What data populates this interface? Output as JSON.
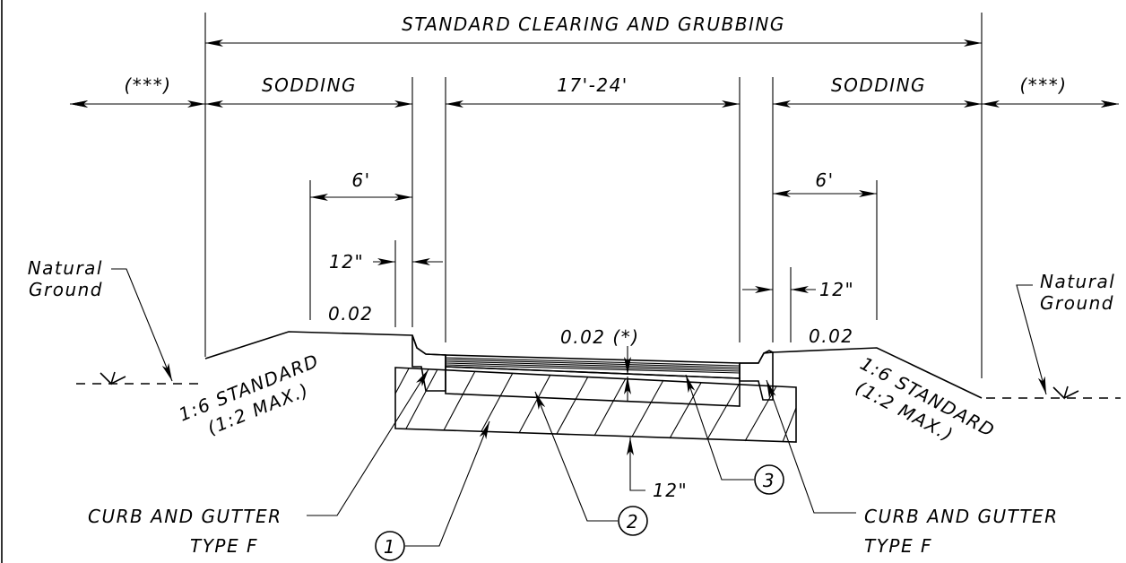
{
  "labels": {
    "standard_clearing": "STANDARD CLEARING AND GRUBBING",
    "outer_left": "(***)",
    "outer_right": "(***)",
    "sodding_left": "SODDING",
    "sodding_right": "SODDING",
    "roadway_width": "17'-24'",
    "offset_left": "6'",
    "offset_right": "6'",
    "gap_left": "12\"",
    "gap_right": "12\"",
    "slope_left_shoulder": "0.02",
    "slope_right_shoulder": "0.02",
    "slope_pavement": "0.02 (*)",
    "side_slope_left_1": "1:6 STANDARD",
    "side_slope_left_2": "(1:2 MAX.)",
    "side_slope_right_1": "1:6 STANDARD",
    "side_slope_right_2": "(1:2 MAX.)",
    "natural_ground_left_1": "Natural",
    "natural_ground_left_2": "Ground",
    "natural_ground_right_1": "Natural",
    "natural_ground_right_2": "Ground",
    "base_thickness": "12\"",
    "curb_left_1": "CURB AND GUTTER",
    "curb_left_2": "TYPE F",
    "curb_right_1": "CURB AND GUTTER",
    "curb_right_2": "TYPE F",
    "callout_1": "1",
    "callout_2": "2",
    "callout_3": "3"
  }
}
